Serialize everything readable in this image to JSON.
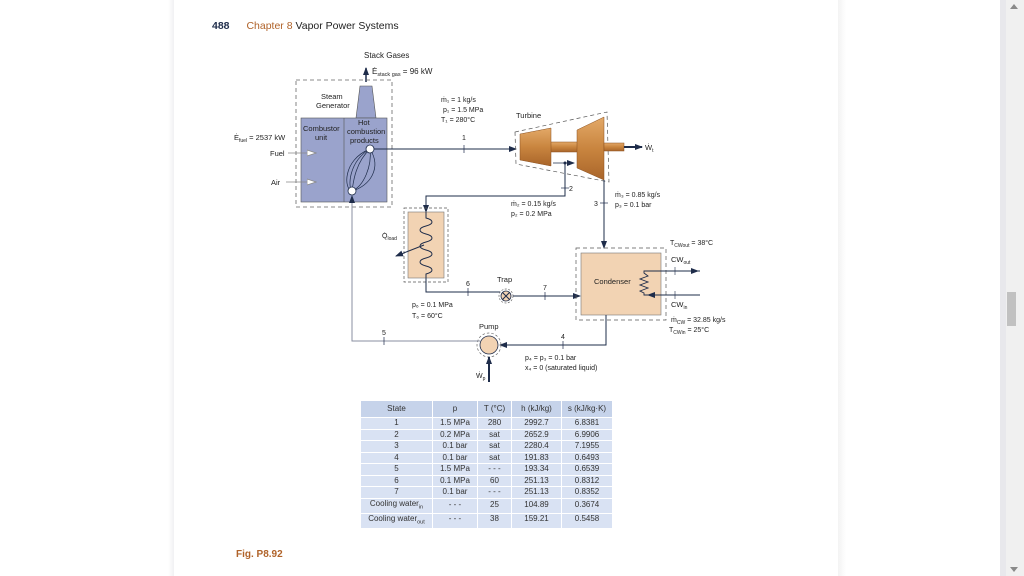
{
  "header": {
    "page_number": "488",
    "chapter": "Chapter 8",
    "chapter_title": "Vapor Power Systems"
  },
  "figure_label": "Fig. P8.92",
  "colors": {
    "accent": "#b0632a",
    "generator": "#9aa3cc",
    "turbine": "#c98a4a",
    "hx_fill": "#f2d3b3",
    "line": "#1e2c4a"
  },
  "diagram": {
    "stack_gases": "Stack Gases",
    "e_stack": "Ė",
    "e_stack_sub": "stack gas",
    "e_stack_value": " = 96 kW",
    "steam_generator": [
      "Steam",
      "Generator"
    ],
    "combustor": [
      "Combustor",
      "unit"
    ],
    "hot_products": [
      "Hot",
      "combustion",
      "products"
    ],
    "e_fuel": "Ė",
    "e_fuel_sub": "fuel",
    "e_fuel_value": " = 2537 kW",
    "fuel": "Fuel",
    "air": "Air",
    "state1": [
      "ṁ₁ = 1 kg/s",
      "p₁ = 1.5 MPa",
      "T₁ = 280°C"
    ],
    "turbine": "Turbine",
    "wt": "Ẇ",
    "wt_sub": "t",
    "state2": [
      "ṁ₂ = 0.15 kg/s",
      "p₂ = 0.2 MPa"
    ],
    "state3": [
      "ṁ₃ = 0.85 kg/s",
      "p₃ = 0.1 bar"
    ],
    "qload": "Q̇",
    "qload_sub": "load",
    "trap": "Trap",
    "state6": [
      "p₆ = 0.1 MPa",
      "T₆ = 60°C"
    ],
    "condenser": "Condenser",
    "tcw_out": "T",
    "tcw_out_sub": "CWout",
    "tcw_out_value": " = 38°C",
    "cw_out": "CW",
    "cw_out_sub": "out",
    "cw_in": "CW",
    "cw_in_sub": "in",
    "mcw": "ṁ",
    "mcw_sub": "CW",
    "mcw_value": " = 32.85 kg/s",
    "tcw_in": "T",
    "tcw_in_sub": "CWin",
    "tcw_in_value": " = 25°C",
    "pump": "Pump",
    "state4": [
      "p₄ = p₃ = 0.1 bar",
      "x₄ = 0 (saturated liquid)"
    ],
    "wp": "Ẇ",
    "wp_sub": "p",
    "state_nums": [
      "1",
      "2",
      "3",
      "4",
      "5",
      "6",
      "7"
    ]
  },
  "table": {
    "headers": [
      "State",
      "p",
      "T (°C)",
      "h (kJ/kg)",
      "s (kJ/kg·K)"
    ],
    "rows": [
      [
        "1",
        "1.5 MPa",
        "280",
        "2992.7",
        "6.8381"
      ],
      [
        "2",
        "0.2 MPa",
        "sat",
        "2652.9",
        "6.9906"
      ],
      [
        "3",
        "0.1 bar",
        "sat",
        "2280.4",
        "7.1955"
      ],
      [
        "4",
        "0.1 bar",
        "sat",
        "191.83",
        "0.6493"
      ],
      [
        "5",
        "1.5 MPa",
        "- - -",
        "193.34",
        "0.6539"
      ],
      [
        "6",
        "0.1 MPa",
        "60",
        "251.13",
        "0.8312"
      ],
      [
        "7",
        "0.1 bar",
        "- - -",
        "251.13",
        "0.8352"
      ],
      [
        "Cooling water",
        "- - -",
        "25",
        "104.89",
        "0.3674"
      ],
      [
        "Cooling water",
        "- - -",
        "38",
        "159.21",
        "0.5458"
      ]
    ],
    "row_subscripts": {
      "7": "in",
      "8": "out"
    }
  }
}
